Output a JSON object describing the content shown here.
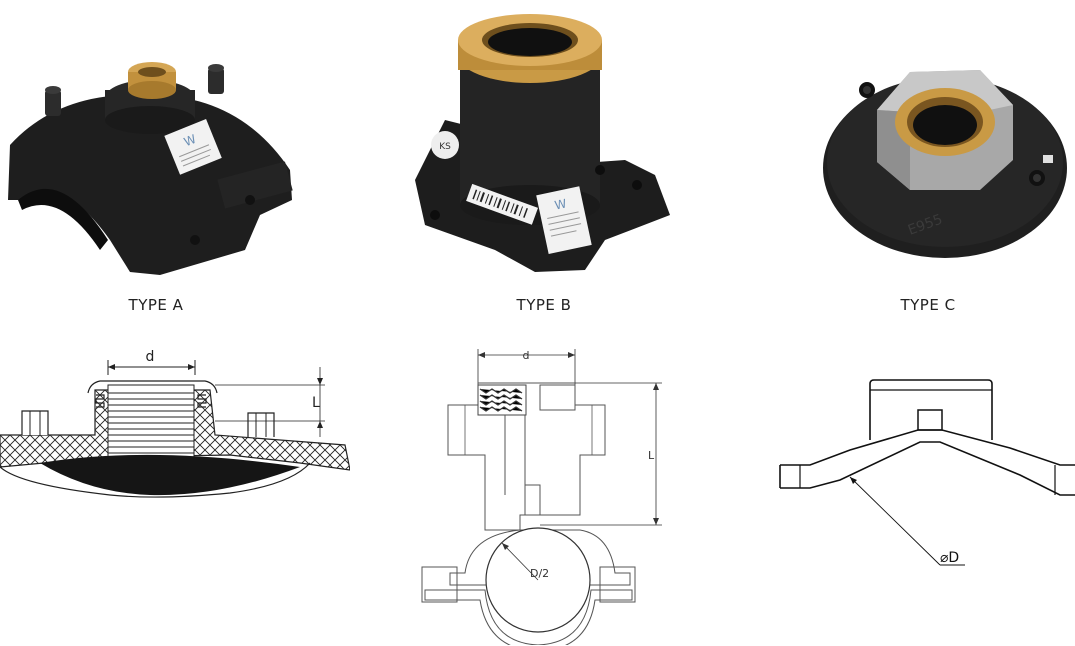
{
  "captions": {
    "a": "TYPE A",
    "b": "TYPE B",
    "c": "TYPE C"
  },
  "photos": {
    "a": {
      "sticker_glyph": "W"
    },
    "b": {
      "sticker_glyph": "W",
      "badge_glyph": "KS"
    },
    "c": {
      "stamp_glyph": "E955"
    }
  },
  "drawings": {
    "a": {
      "diameter_label": "d",
      "length_label": "L"
    },
    "b": {
      "diameter_label": "d",
      "length_label": "L",
      "radius_label": "D/2"
    },
    "c": {
      "outer_diameter_label": "⌀D"
    }
  },
  "colors": {
    "black_body": "#1c1c1c",
    "brass": "#c99a45",
    "steel": "#a8a8a8",
    "line": "#222222"
  }
}
